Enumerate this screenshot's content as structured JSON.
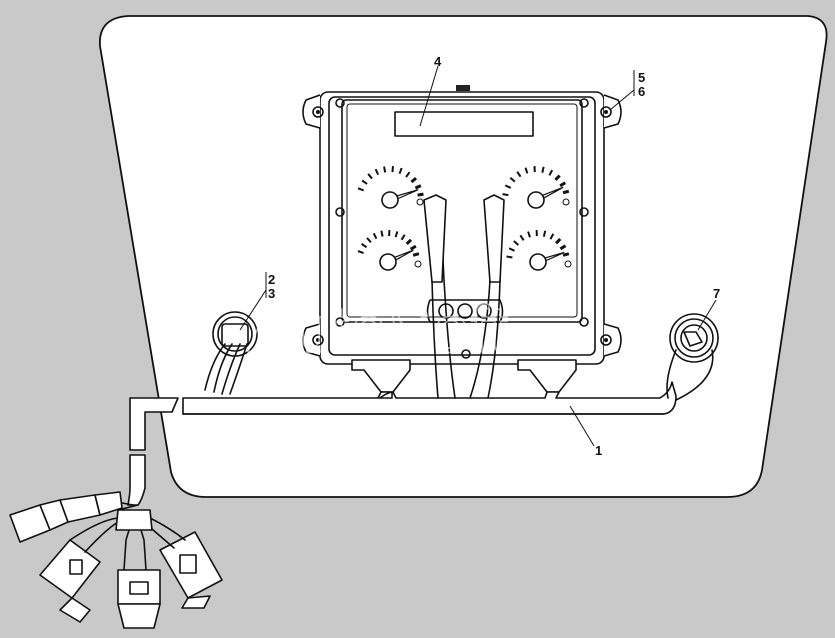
{
  "callouts": {
    "harness": "1",
    "connector_a": "2",
    "connector_b": "3",
    "cluster": "4",
    "fastener_a": "5",
    "fastener_b": "6",
    "indicator": "7"
  },
  "watermark": "AutoSoft",
  "colors": {
    "background": "#c9c9c9",
    "panel": "#ffffff",
    "line": "#111111"
  }
}
